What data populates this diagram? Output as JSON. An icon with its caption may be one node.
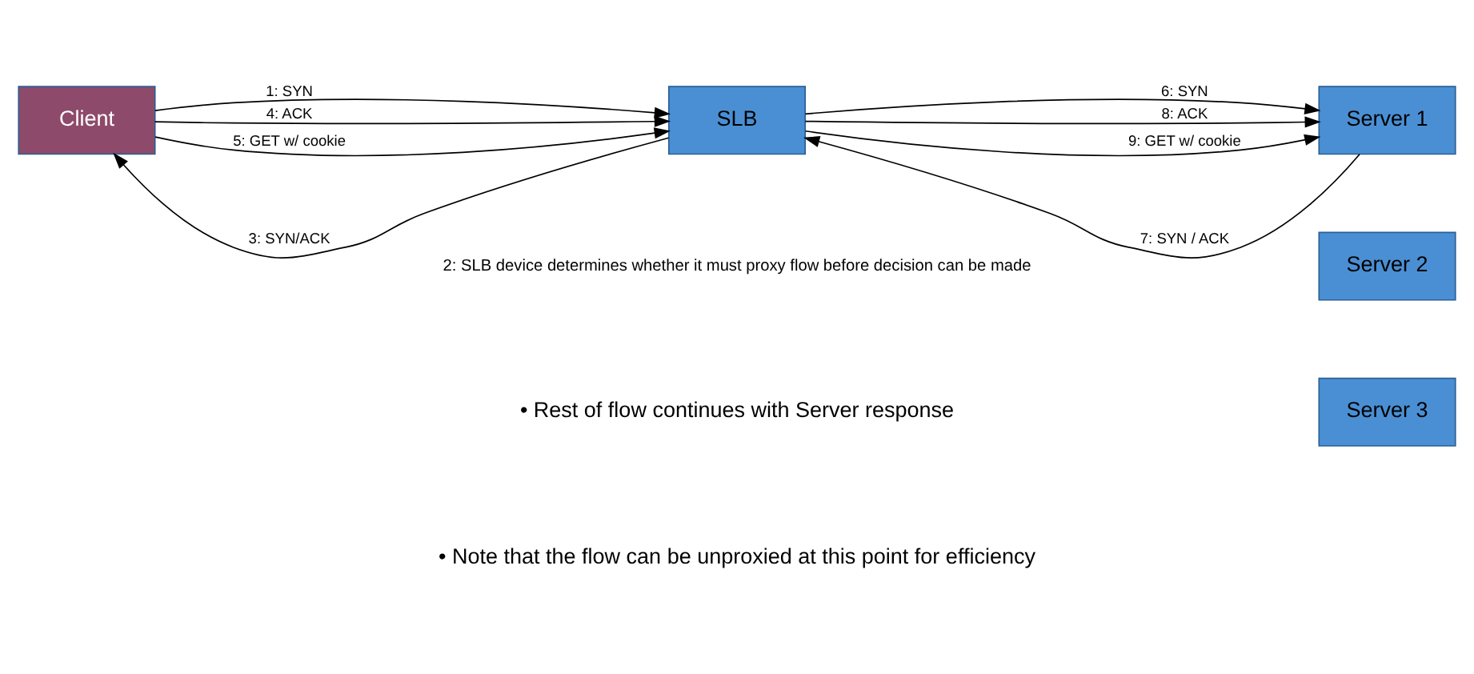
{
  "diagram": {
    "nodes": [
      {
        "text": [
          "Client"
        ]
      },
      {
        "text": [
          "SLB"
        ]
      },
      {
        "text": [
          "Server 1"
        ]
      },
      {
        "text": [
          "Server 2"
        ]
      },
      {
        "text": [
          "Server 3"
        ]
      }
    ],
    "edges": [
      {
        "from": 0,
        "to": 1,
        "arrow": "to",
        "label": "1: SYN"
      },
      {
        "from": 1,
        "to": 0,
        "arrow": "to",
        "label": "3: SYN/ACK"
      },
      {
        "from": 0,
        "to": 1,
        "arrow": "to",
        "label": "4: ACK"
      },
      {
        "from": 0,
        "to": 1,
        "arrow": "to",
        "label": "5: GET w/ cookie"
      },
      {
        "from": 1,
        "to": 2,
        "arrow": "to",
        "label": "6: SYN"
      },
      {
        "from": 2,
        "to": 1,
        "arrow": "to",
        "label": "7: SYN / ACK"
      },
      {
        "from": 1,
        "to": 2,
        "arrow": "to",
        "label": "8: ACK"
      },
      {
        "from": 1,
        "to": 2,
        "arrow": "to",
        "label": "9: GET w/ cookie"
      }
    ],
    "labels": [
      "2: SLB device determines whether it must proxy flow before decision can be made",
      "• Rest of flow continues with Server response",
      "• Note that the flow can be unproxied at this point for efficiency"
    ]
  }
}
